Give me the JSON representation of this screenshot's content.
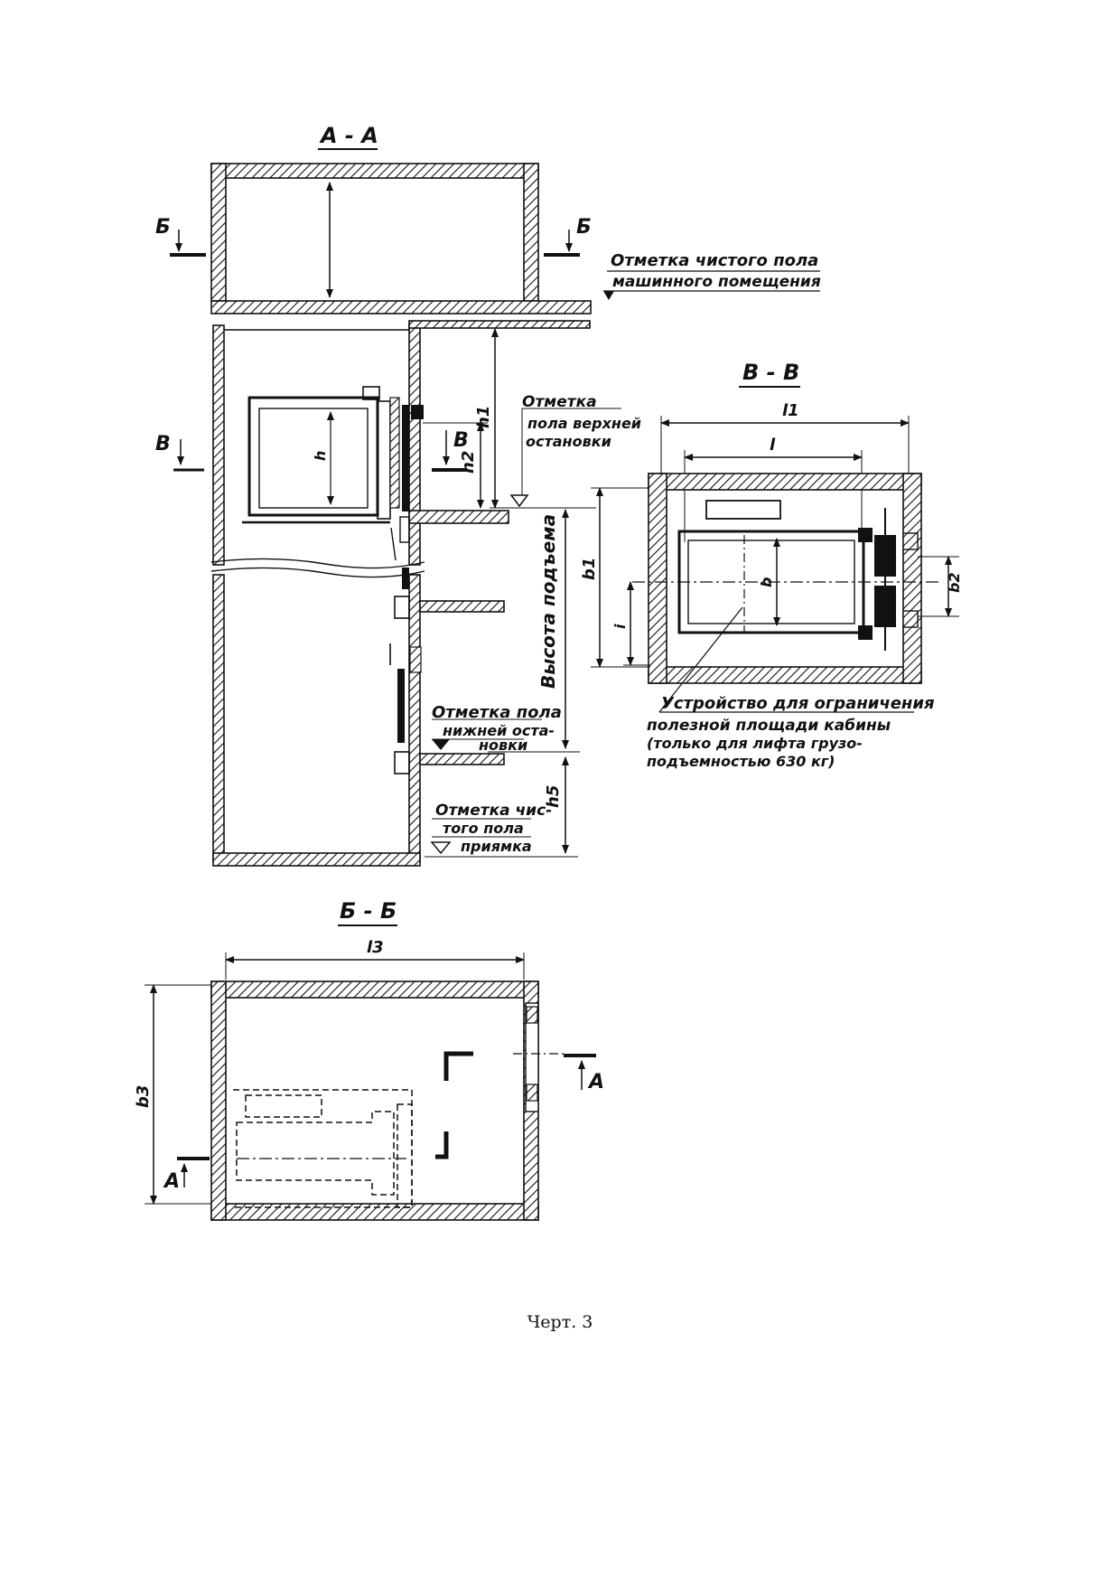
{
  "sections": {
    "aa": {
      "title": "А - А",
      "cut_b": "Б",
      "cut_v": "В",
      "dims": {
        "h": "h",
        "h1": "h1",
        "h2": "h2",
        "h5": "h5"
      },
      "rise_label": "Высота подъема",
      "notes": {
        "machine_room": [
          "Отметка чистого пола",
          "машинного помещения"
        ],
        "top_stop": [
          "Отметка",
          "пола верхней",
          "остановки"
        ],
        "bottom_stop": [
          "Отметка пола",
          "нижней оста-",
          "новки"
        ],
        "pit": [
          "Отметка чис-",
          "того пола",
          "приямка"
        ]
      }
    },
    "vv": {
      "title": "В - В",
      "dims": {
        "l1": "l1",
        "l": "l",
        "b1": "b1",
        "b": "b",
        "b2": "b2",
        "i": "i"
      },
      "note": [
        "Устройство для ограничения",
        "полезной площади кабины",
        "(только для лифта грузо-",
        "подъемностью 630 кг)"
      ]
    },
    "bb": {
      "title": "Б - Б",
      "cut_a": "А",
      "dims": {
        "l3": "l3",
        "b3": "b3"
      }
    }
  },
  "caption": "Черт. 3"
}
